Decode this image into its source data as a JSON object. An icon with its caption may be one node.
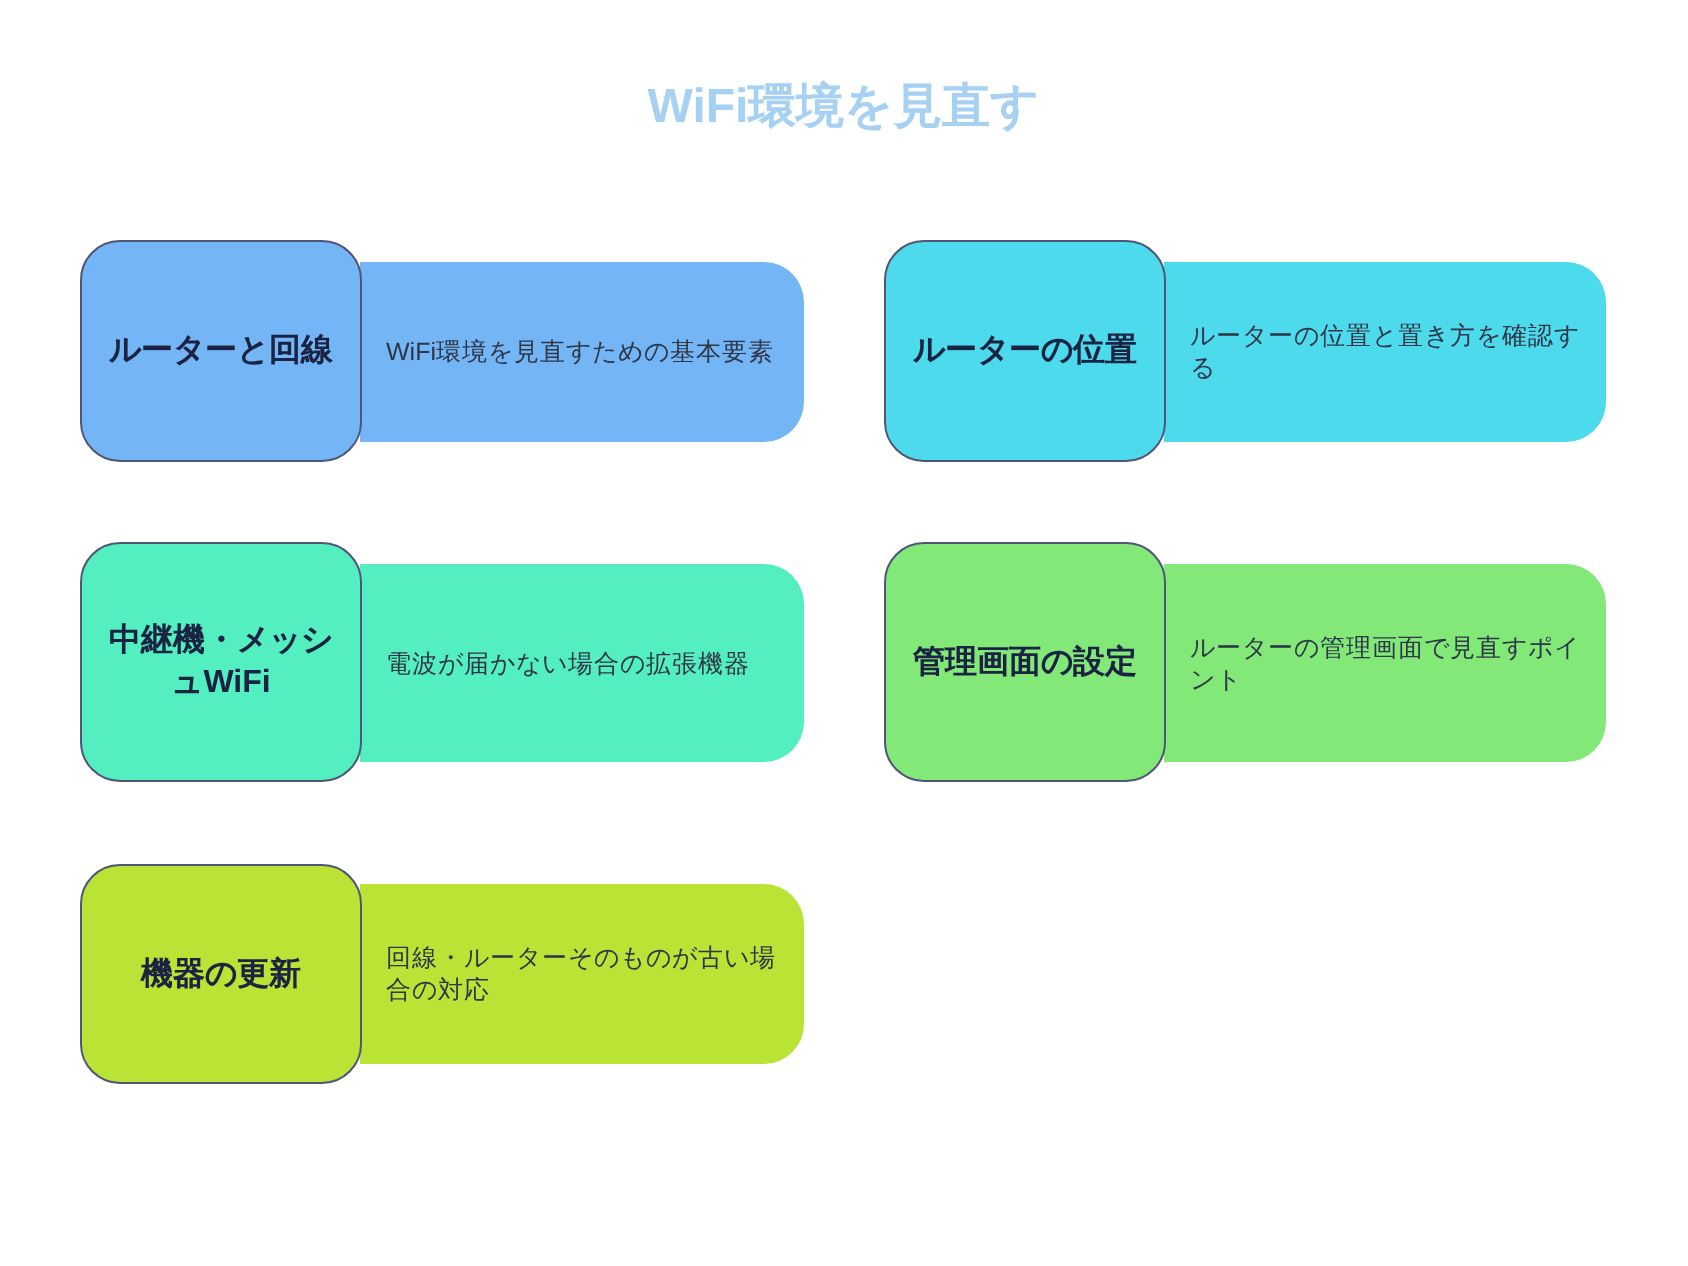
{
  "diagram": {
    "title": "WiFi環境を見直す",
    "nodes": [
      {
        "text": [
          "ルーターと回線"
        ]
      },
      {
        "text": [
          "WiFi環境を見直すための基本要素"
        ]
      },
      {
        "text": [
          "ルーターの位置"
        ]
      },
      {
        "text": [
          "ルーターの位置と置き方を確認する"
        ]
      },
      {
        "text": [
          "中継機・メッシュWiFi"
        ]
      },
      {
        "text": [
          "電波が届かない場合の拡張機器"
        ]
      },
      {
        "text": [
          "管理画面の設定"
        ]
      },
      {
        "text": [
          "ルーターの管理画面で見直すポイント"
        ]
      },
      {
        "text": [
          "機器の更新"
        ]
      },
      {
        "text": [
          "回線・ルーターそのものが古い場合の対応"
        ]
      }
    ]
  }
}
